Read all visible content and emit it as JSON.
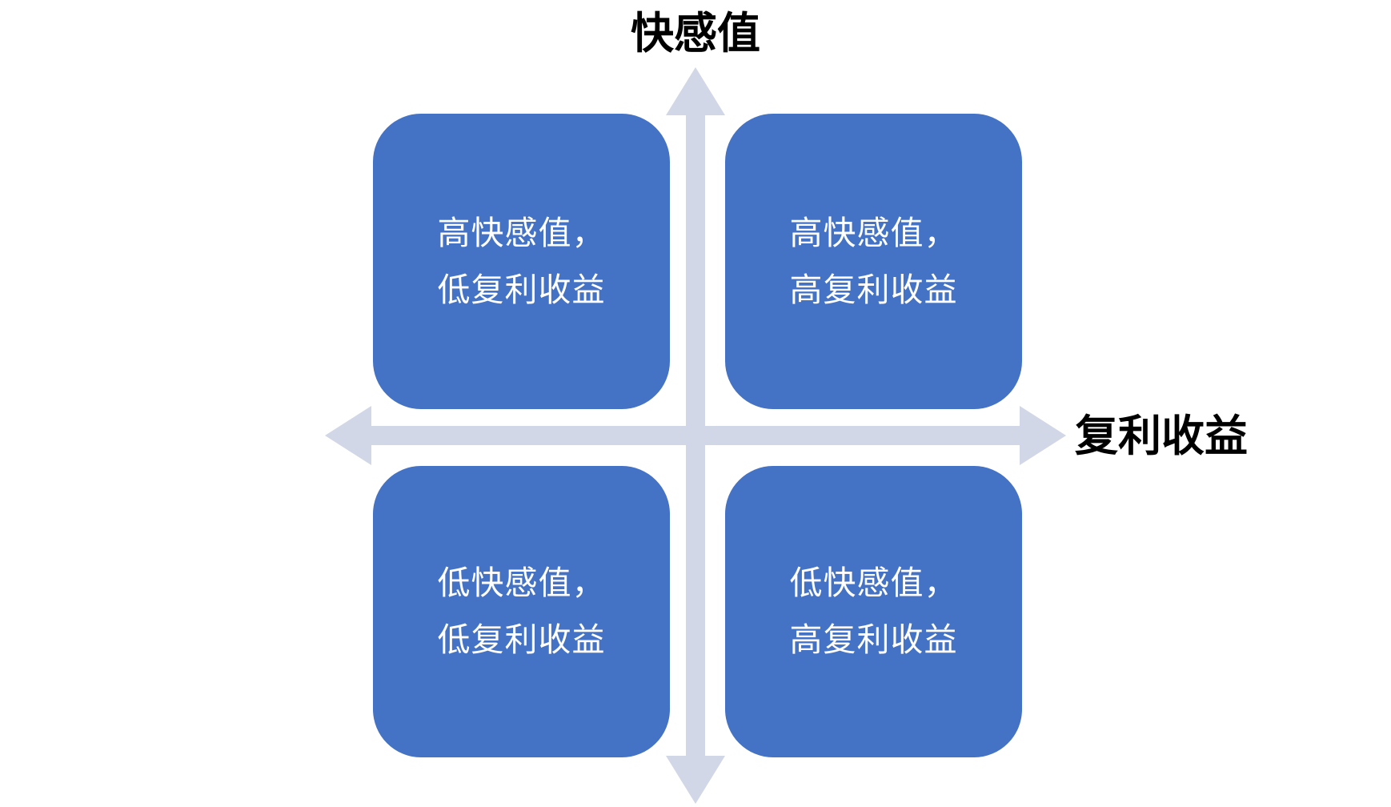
{
  "diagram": {
    "y_axis_label": "快感值",
    "x_axis_label": "复利收益",
    "quadrants": [
      {
        "position": "top-left",
        "line1": "高快感值，",
        "line2": "低复利收益"
      },
      {
        "position": "top-right",
        "line1": "高快感值，",
        "line2": "高复利收益"
      },
      {
        "position": "bottom-left",
        "line1": "低快感值，",
        "line2": "低复利收益"
      },
      {
        "position": "bottom-right",
        "line1": "低快感值，",
        "line2": "高复利收益"
      }
    ],
    "colors": {
      "quadrant_fill": "#4472C4",
      "quadrant_text": "#FFFFFF",
      "axis_arrow": "#D1D7E7",
      "axis_label_text": "#000000",
      "background": "#FFFFFF"
    }
  }
}
